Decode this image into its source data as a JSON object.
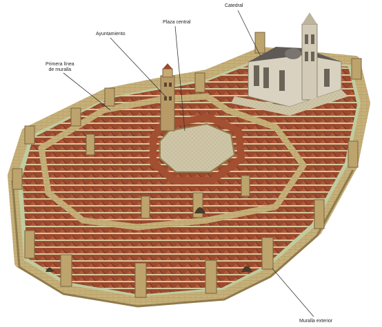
{
  "labels": {
    "catedral": "Catedral",
    "plaza_central": "Plaza central",
    "ayuntamiento": "Ayuntamiento",
    "primera_linea_1": "Primera línea",
    "primera_linea_2": "de muralla",
    "muralla_exterior": "Muralla exterior"
  },
  "colors": {
    "wall": "#c9b37a",
    "wall_shadow": "#8f7a4c",
    "roof": "#9c4a2e",
    "roof_dark": "#6e3420",
    "plaza": "#cfc6a8",
    "cathedral": "#d9d2c0",
    "grass": "#7f9a4a",
    "leader": "#333333"
  }
}
